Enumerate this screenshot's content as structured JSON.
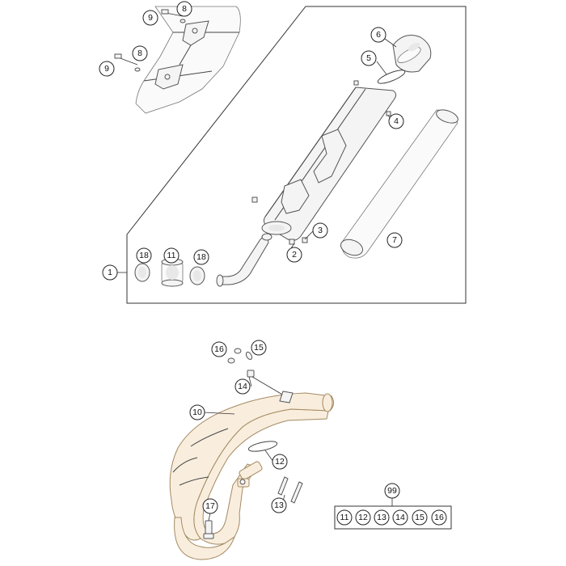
{
  "callouts": {
    "c1": "1",
    "c2": "2",
    "c3": "3",
    "c4": "4",
    "c5": "5",
    "c6": "6",
    "c7": "7",
    "c8a": "8",
    "c8b": "8",
    "c9a": "9",
    "c9b": "9",
    "c10": "10",
    "c11": "11",
    "c12": "12",
    "c13": "13",
    "c14": "14",
    "c15": "15",
    "c16": "16",
    "c17": "17",
    "c18a": "18",
    "c18b": "18",
    "c99": "99"
  },
  "kit": {
    "items": [
      "11",
      "12",
      "13",
      "14",
      "15",
      "16"
    ]
  },
  "colors": {
    "line": "#333333",
    "pipe_tint": "#f9eedd",
    "part_fill": "#f4f4f4"
  }
}
